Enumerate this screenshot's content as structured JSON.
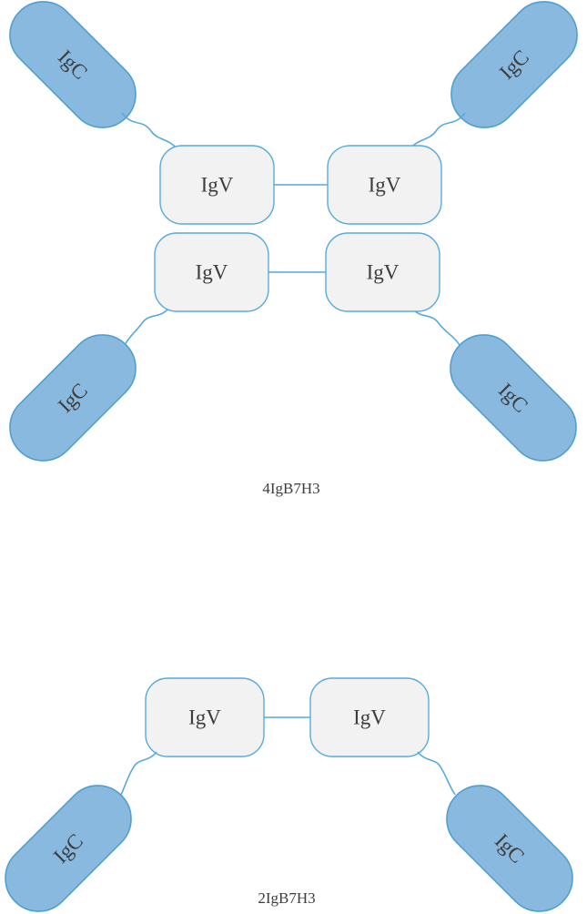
{
  "figure": {
    "top_diagram": {
      "label": "4IgB7H3",
      "igv": [
        "IgV",
        "IgV",
        "IgV",
        "IgV"
      ],
      "igc": [
        "IgC",
        "IgC",
        "IgC",
        "IgC"
      ]
    },
    "bottom_diagram": {
      "label": "2IgB7H3",
      "igv": [
        "IgV",
        "IgV"
      ],
      "igc": [
        "IgC",
        "IgC"
      ]
    },
    "colors": {
      "capsule_fill": "#8ab9e0",
      "capsule_stroke": "#4e9fd2",
      "box_fill": "#f2f2f2",
      "box_stroke": "#57aadb",
      "connector": "#57aadb",
      "text": "#3d3d3d"
    }
  }
}
